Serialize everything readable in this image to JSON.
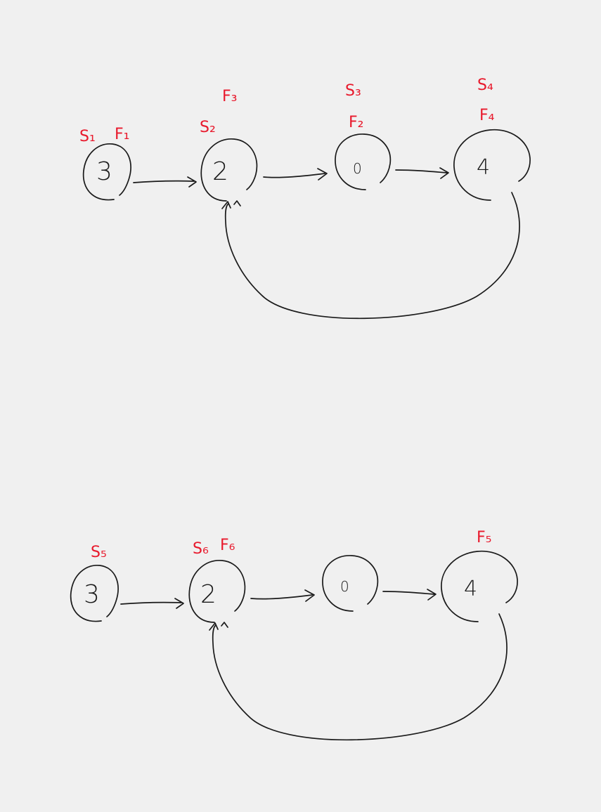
{
  "colors": {
    "background": "#f0f0f0",
    "ink": "#1a1a1a",
    "pointer_label": "#e8192c"
  },
  "diagrams": [
    {
      "nodes": [
        {
          "value": "3",
          "labels": [
            "S₁",
            "F₁"
          ]
        },
        {
          "value": "2",
          "labels": [
            "F₃",
            "S₂"
          ]
        },
        {
          "value": "0",
          "labels": [
            "S₃",
            "F₂"
          ]
        },
        {
          "value": "4",
          "labels": [
            "S₄",
            "F₄"
          ]
        }
      ]
    },
    {
      "nodes": [
        {
          "value": "3",
          "labels": [
            "S₅"
          ]
        },
        {
          "value": "2",
          "labels": [
            "S₆",
            "F₆"
          ]
        },
        {
          "value": "0",
          "labels": []
        },
        {
          "value": "4",
          "labels": [
            "F₅"
          ]
        }
      ]
    }
  ]
}
